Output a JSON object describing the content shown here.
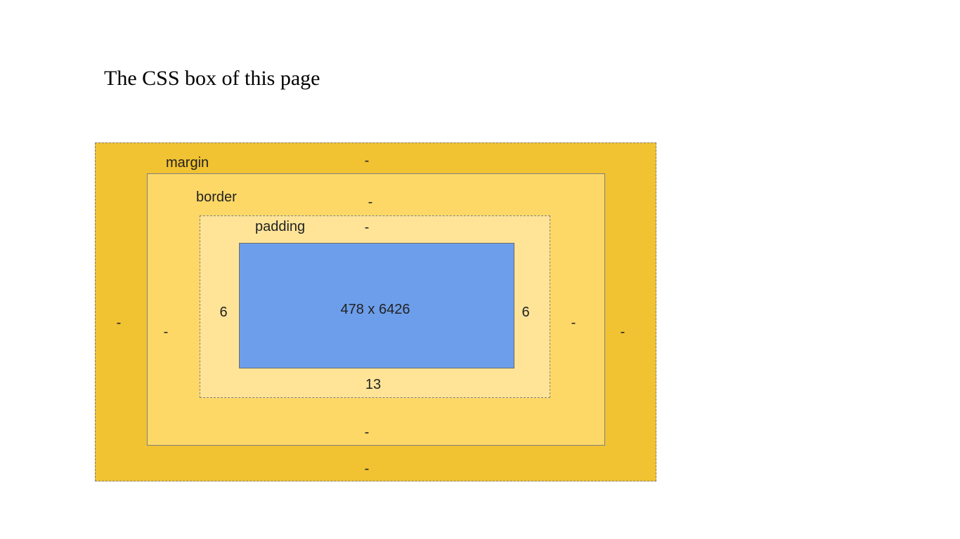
{
  "title": "The CSS box of this page",
  "colors": {
    "margin": "#f1c232",
    "border": "#fdd866",
    "padding": "#ffe498",
    "content": "#6d9eeb"
  },
  "margin": {
    "label": "margin",
    "top": "-",
    "right": "-",
    "bottom": "-",
    "left": "-"
  },
  "border": {
    "label": "border",
    "top": "-",
    "right": "-",
    "bottom": "-",
    "left": "-"
  },
  "padding": {
    "label": "padding",
    "top": "-",
    "right": "6",
    "bottom": "13",
    "left": "6"
  },
  "content": {
    "size": "478 x 6426"
  }
}
